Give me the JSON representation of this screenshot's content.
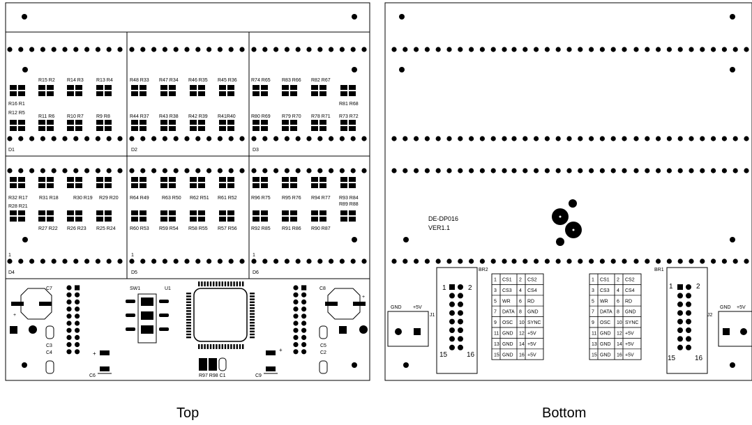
{
  "captions": {
    "top": "Top",
    "bottom": "Bottom"
  },
  "top_board": {
    "digits": [
      "D1",
      "D2",
      "D3",
      "D4",
      "D5",
      "D6"
    ],
    "pin_one_labels": [
      "1",
      "1",
      "1"
    ],
    "resistor_labels_row1": [
      "R15 R2",
      "R14 R3",
      "R13 R4",
      "R48 R33",
      "R47 R34",
      "R46 R35",
      "R45 R36",
      "R74 R65",
      "R83 R66",
      "R82 R67"
    ],
    "resistor_labels_mid": [
      "R16 R1",
      "R12 R5",
      "R81 R68"
    ],
    "resistor_labels_row2": [
      "R11 R6",
      "R10 R7",
      "R9 R8",
      "R44 R37",
      "R43 R38",
      "R42 R39",
      "R41R40",
      "R80 R69",
      "R79 R70",
      "R78 R71",
      "R73 R72"
    ],
    "resistor_labels_row3": [
      "R32 R17",
      "R31 R18",
      "R30 R19",
      "R29 R20",
      "R64 R49",
      "R63 R50",
      "R62 R51",
      "R61 R52",
      "R96 R75",
      "R95 R76",
      "R94 R77",
      "R93 R84"
    ],
    "resistor_labels_row3b": [
      "R28 R21",
      "R89 R88"
    ],
    "resistor_labels_row4": [
      "R27 R22",
      "R26 R23",
      "R25 R24",
      "R60 R53",
      "R59 R54",
      "R58 R55",
      "R57 R56",
      "R92 R85",
      "R91 R86",
      "R90 R87"
    ],
    "components": {
      "c7": "C7",
      "c8": "C8",
      "sw1": "SW1",
      "u1": "U1",
      "c3": "C3",
      "c4": "C4",
      "c5": "C5",
      "c2": "C2",
      "c6": "C6",
      "c9": "C9",
      "r97": "R97 R98 C1",
      "plus": "+"
    }
  },
  "bottom_board": {
    "silk_title": "DE-DP016",
    "silk_version": "VER1.1",
    "br2": "BR2",
    "br1": "BR1",
    "j1": "J1",
    "j2": "J2",
    "gnd": "GND",
    "plus5v": "+5V",
    "header_pins": {
      "p1": "1",
      "p2": "2",
      "p15": "15",
      "p16": "16"
    },
    "pin_table": [
      [
        "1",
        "CS1",
        "2",
        "CS2"
      ],
      [
        "3",
        "CS3",
        "4",
        "CS4"
      ],
      [
        "5",
        "WR",
        "6",
        "RD"
      ],
      [
        "7",
        "DATA",
        "8",
        "GND"
      ],
      [
        "9",
        "OSC",
        "10",
        "SYNC"
      ],
      [
        "11",
        "GND",
        "12",
        "+5V"
      ],
      [
        "13",
        "GND",
        "14",
        "+5V"
      ],
      [
        "15",
        "GND",
        "16",
        "+5V"
      ]
    ]
  }
}
